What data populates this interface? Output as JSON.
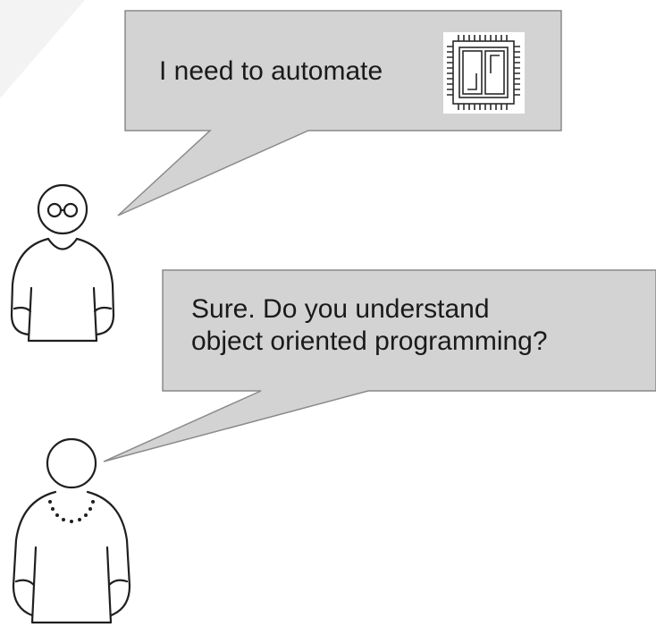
{
  "colors": {
    "background": "#ffffff",
    "corner_shade": "#f2f2f3",
    "bubble_fill": "#d3d3d3",
    "bubble_stroke": "#8a8a8a",
    "figure_stroke": "#1f1f1f",
    "text": "#1a1a1a"
  },
  "conversation": [
    {
      "speaker": "person-with-glasses",
      "text": "I need to automate",
      "icon": "microchip-icon"
    },
    {
      "speaker": "person-with-necklace",
      "lines": [
        "Sure. Do you understand",
        "object oriented programming?"
      ]
    }
  ]
}
